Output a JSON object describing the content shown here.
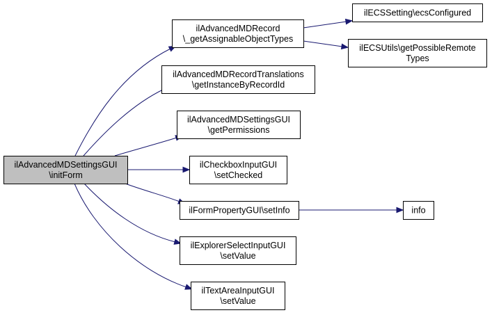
{
  "graph": {
    "nodes": {
      "root": {
        "lines": [
          "ilAdvancedMDSettingsGUI",
          "\\initForm"
        ]
      },
      "get_assignable": {
        "lines": [
          "ilAdvancedMDRecord",
          "\\_getAssignableObjectTypes"
        ]
      },
      "ecs_configured": {
        "lines": [
          "ilECSSetting\\ecsConfigured"
        ]
      },
      "ecs_possible": {
        "lines": [
          "ilECSUtils\\getPossibleRemote",
          "Types"
        ]
      },
      "translations": {
        "lines": [
          "ilAdvancedMDRecordTranslations",
          "\\getInstanceByRecordId"
        ]
      },
      "permissions": {
        "lines": [
          "ilAdvancedMDSettingsGUI",
          "\\getPermissions"
        ]
      },
      "set_checked": {
        "lines": [
          "ilCheckboxInputGUI",
          "\\setChecked"
        ]
      },
      "set_info": {
        "lines": [
          "ilFormPropertyGUI\\setInfo"
        ]
      },
      "info": {
        "lines": [
          "info"
        ]
      },
      "explorer_set_value": {
        "lines": [
          "ilExplorerSelectInputGUI",
          "\\setValue"
        ]
      },
      "textarea_set_value": {
        "lines": [
          "ilTextAreaInputGUI",
          "\\setValue"
        ]
      }
    },
    "edges": [
      [
        "root",
        "get_assignable"
      ],
      [
        "root",
        "translations"
      ],
      [
        "root",
        "permissions"
      ],
      [
        "root",
        "set_checked"
      ],
      [
        "root",
        "set_info"
      ],
      [
        "root",
        "explorer_set_value"
      ],
      [
        "root",
        "textarea_set_value"
      ],
      [
        "get_assignable",
        "ecs_configured"
      ],
      [
        "get_assignable",
        "ecs_possible"
      ],
      [
        "set_info",
        "info"
      ]
    ],
    "colors": {
      "edge": "#191970",
      "root_fill": "#bfbfbf",
      "node_fill": "#ffffff",
      "border": "#000000"
    }
  }
}
